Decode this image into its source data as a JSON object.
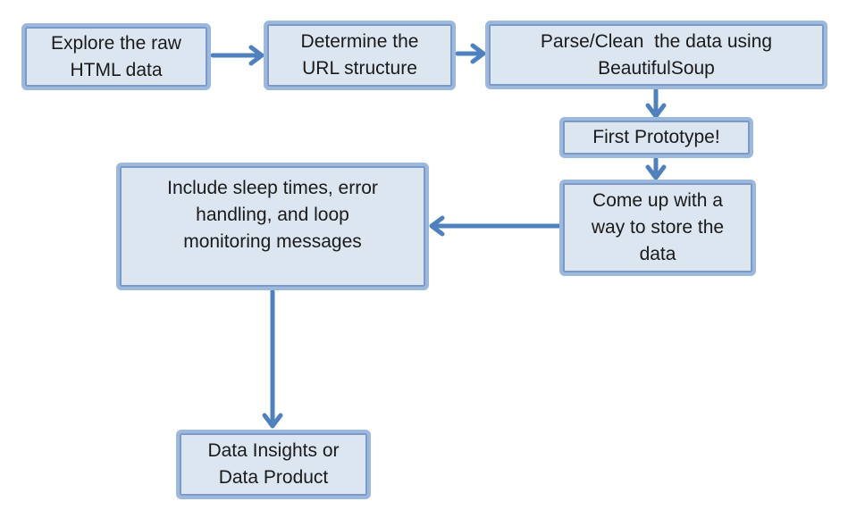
{
  "nodes": [
    {
      "id": "explore-raw-html",
      "label": "Explore the raw\nHTML data"
    },
    {
      "id": "determine-url-structure",
      "label": "Determine the\nURL structure"
    },
    {
      "id": "parse-clean-data",
      "label": "Parse/Clean  the data using\nBeautifulSoup"
    },
    {
      "id": "first-prototype",
      "label": "First Prototype!"
    },
    {
      "id": "store-the-data",
      "label": "Come up with a\nway to store the\ndata"
    },
    {
      "id": "robustness-measures",
      "label": "Include sleep times, error\nhandling, and loop\nmonitoring messages"
    },
    {
      "id": "data-insights",
      "label": "Data Insights or\nData Product"
    }
  ],
  "edges": [
    {
      "from": "explore-raw-html",
      "to": "determine-url-structure",
      "direction": "right"
    },
    {
      "from": "determine-url-structure",
      "to": "parse-clean-data",
      "direction": "right"
    },
    {
      "from": "parse-clean-data",
      "to": "first-prototype",
      "direction": "down"
    },
    {
      "from": "first-prototype",
      "to": "store-the-data",
      "direction": "down"
    },
    {
      "from": "store-the-data",
      "to": "robustness-measures",
      "direction": "left"
    },
    {
      "from": "robustness-measures",
      "to": "data-insights",
      "direction": "down"
    }
  ],
  "colors": {
    "box_fill": "#dce6f1",
    "box_border": "#9cb8dc",
    "box_border_inner": "#7b9ac7",
    "arrow": "#4e81bd",
    "text": "#1a1a1a",
    "background": "#ffffff"
  }
}
